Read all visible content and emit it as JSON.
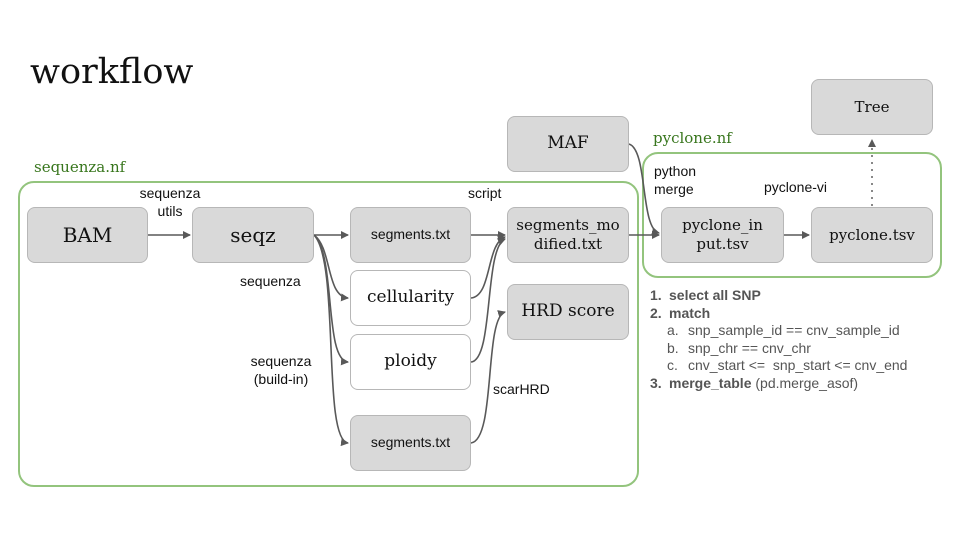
{
  "title": "workflow",
  "groups": {
    "sequenza": "sequenza.nf",
    "pyclone": "pyclone.nf"
  },
  "nodes": {
    "bam": "BAM",
    "seqz": "seqz",
    "segments1": "segments.txt",
    "cellularity": "cellularity",
    "ploidy": "ploidy",
    "segments2": "segments.txt",
    "segments_modified": "segments_modified.txt",
    "hrd": "HRD score",
    "maf": "MAF",
    "pyclone_input": "pyclone_input.tsv",
    "pyclone_tsv": "pyclone.tsv",
    "tree": "Tree"
  },
  "edge_labels": {
    "sequenza_utils": "sequenza\nutils",
    "sequenza": "sequenza",
    "sequenza_buildin": "sequenza\n(build-in)",
    "script": "script",
    "scarhrd": "scarHRD",
    "python_merge": "python\nmerge",
    "pyclone_vi": "pyclone-vi"
  },
  "notes": [
    {
      "num": "1.",
      "bold": "select all SNP",
      "rest": ""
    },
    {
      "num": "2.",
      "bold": "match",
      "rest": ""
    },
    {
      "num": "a.",
      "bold": "",
      "rest": "snp_sample_id == cnv_sample_id",
      "sub": true
    },
    {
      "num": "b.",
      "bold": "",
      "rest": "snp_chr == cnv_chr",
      "sub": true
    },
    {
      "num": "c.",
      "bold": "",
      "rest": "cnv_start <=  snp_start <= cnv_end",
      "sub": true
    },
    {
      "num": "3.",
      "bold": "merge_table",
      "rest": " (pd.merge_asof)"
    }
  ],
  "colors": {
    "group_border": "#93c47d",
    "group_label": "#38761d",
    "node_fill": "#d9d9d9",
    "edge": "#595959"
  }
}
